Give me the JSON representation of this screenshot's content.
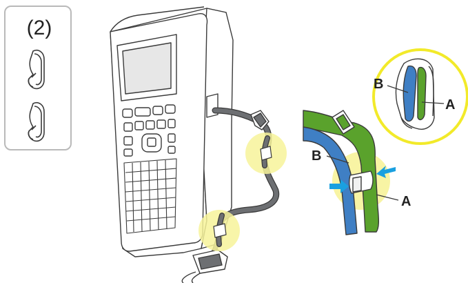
{
  "inset": {
    "caption": "(2)"
  },
  "callouts": {
    "top_b": "B",
    "top_a": "A",
    "mid_b": "B",
    "mid_a": "A"
  },
  "colors": {
    "inset_border": "#b9b9b9",
    "highlight": "#f7f39a",
    "highlight_ring": "#f2ea2a",
    "strap_green": "#5aa22c",
    "strap_blue": "#3f7fc4",
    "strap_gray": "#6d6f72",
    "arrow_blue": "#1aa0e0",
    "line": "#3a3a3a"
  },
  "icons": [
    "strap-clip-icon",
    "strap-clip-icon",
    "push-arrow-icon",
    "push-arrow-icon"
  ]
}
